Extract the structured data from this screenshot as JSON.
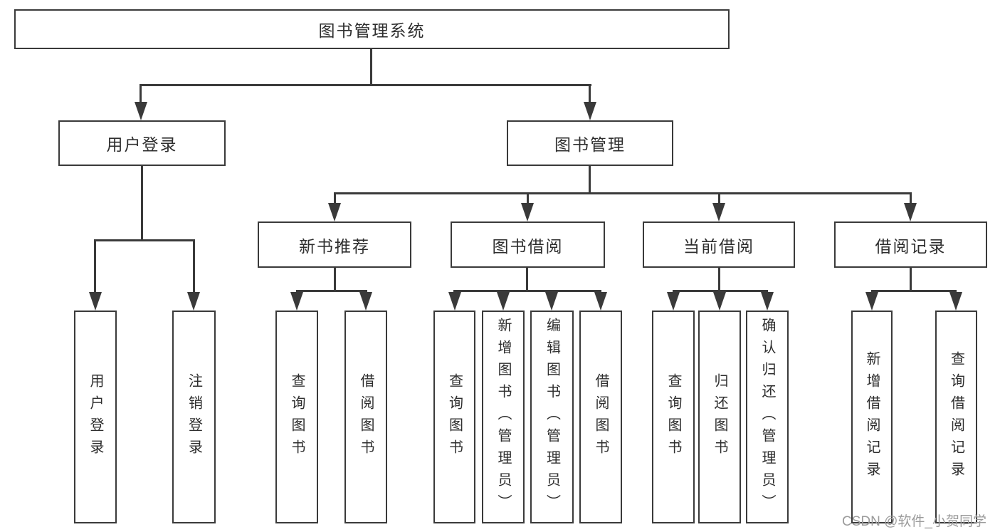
{
  "colors": {
    "line": "#3a3a3a",
    "box_border": "#3a3a3a",
    "text": "#2e2e2e",
    "watermark": "#9b9b9b",
    "background": "#ffffff"
  },
  "tree": {
    "label": "图书管理系统",
    "children": [
      {
        "label": "用户登录",
        "children": [
          {
            "label": "用户登录"
          },
          {
            "label": "注销登录"
          }
        ]
      },
      {
        "label": "图书管理",
        "children": [
          {
            "label": "新书推荐",
            "children": [
              {
                "label": "查询图书"
              },
              {
                "label": "借阅图书"
              }
            ]
          },
          {
            "label": "图书借阅",
            "children": [
              {
                "label": "查询图书"
              },
              {
                "label": "新增图书（管理员）"
              },
              {
                "label": "编辑图书（管理员）"
              },
              {
                "label": "借阅图书"
              }
            ]
          },
          {
            "label": "当前借阅",
            "children": [
              {
                "label": "查询图书"
              },
              {
                "label": "归还图书"
              },
              {
                "label": "确认归还（管理员）"
              }
            ]
          },
          {
            "label": "借阅记录",
            "children": [
              {
                "label": "新增借阅记录"
              },
              {
                "label": "查询借阅记录"
              }
            ]
          }
        ]
      }
    ]
  },
  "watermark": {
    "text": "CSDN @软件_小贺同学"
  }
}
